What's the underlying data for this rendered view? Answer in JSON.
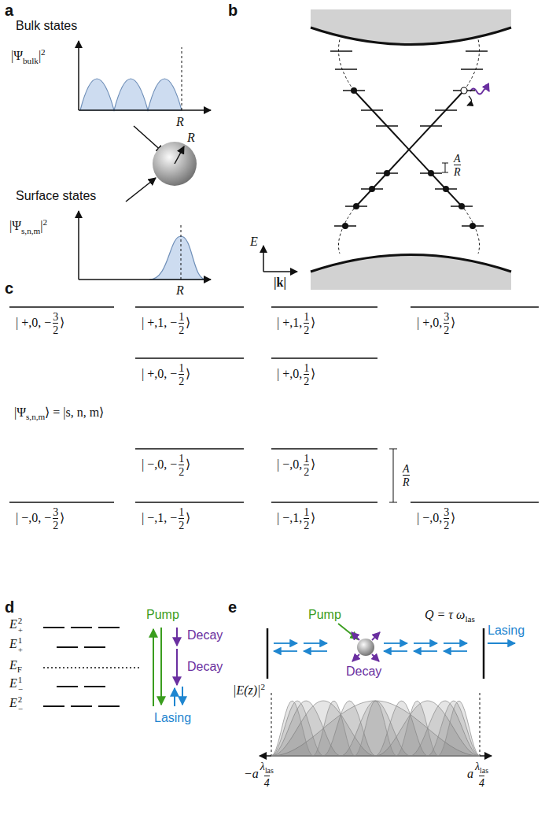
{
  "diagram": {
    "labels": [
      "a",
      "Bulk states",
      "|Ψ",
      "bulk",
      "|",
      "2",
      "R",
      "R",
      "Surface states",
      "|Ψ",
      "s,n,m",
      "|",
      "2",
      "R",
      "b",
      "A",
      "R",
      "E",
      "|k|",
      "c",
      "| +,0, −",
      "3",
      "2",
      "⟩",
      "| +,1, −",
      "1",
      "2",
      "⟩",
      "| +,1,",
      "1",
      "2",
      "⟩",
      "| +,0,",
      "3",
      "2",
      "⟩",
      "| +,0, −",
      "1",
      "2",
      "⟩",
      "| +,0,",
      "1",
      "2",
      "⟩",
      "|Ψ",
      "s,n,m",
      "⟩ = |s, n, m⟩",
      "| −,0, −",
      "1",
      "2",
      "⟩",
      "| −,0,",
      "1",
      "2",
      "⟩",
      "A",
      "R",
      "| −,0, −",
      "3",
      "2",
      "⟩",
      "| −,1, −",
      "1",
      "2",
      "⟩",
      "| −,1,",
      "1",
      "2",
      "⟩",
      "| −,0,",
      "3",
      "2",
      "⟩",
      "d",
      "E",
      "2",
      "+",
      "E",
      "1",
      "+",
      "E",
      "F",
      "E",
      "1",
      "−",
      "E",
      "2",
      "−",
      "Pump",
      "Decay",
      "Decay",
      "Lasing",
      "e",
      "Pump",
      "Q = τ ω",
      "las",
      "Decay",
      "Lasing",
      "|E(z)|",
      "2",
      "−a",
      "λ",
      "las",
      "4",
      "a",
      "λ",
      "las",
      "4"
    ]
  }
}
